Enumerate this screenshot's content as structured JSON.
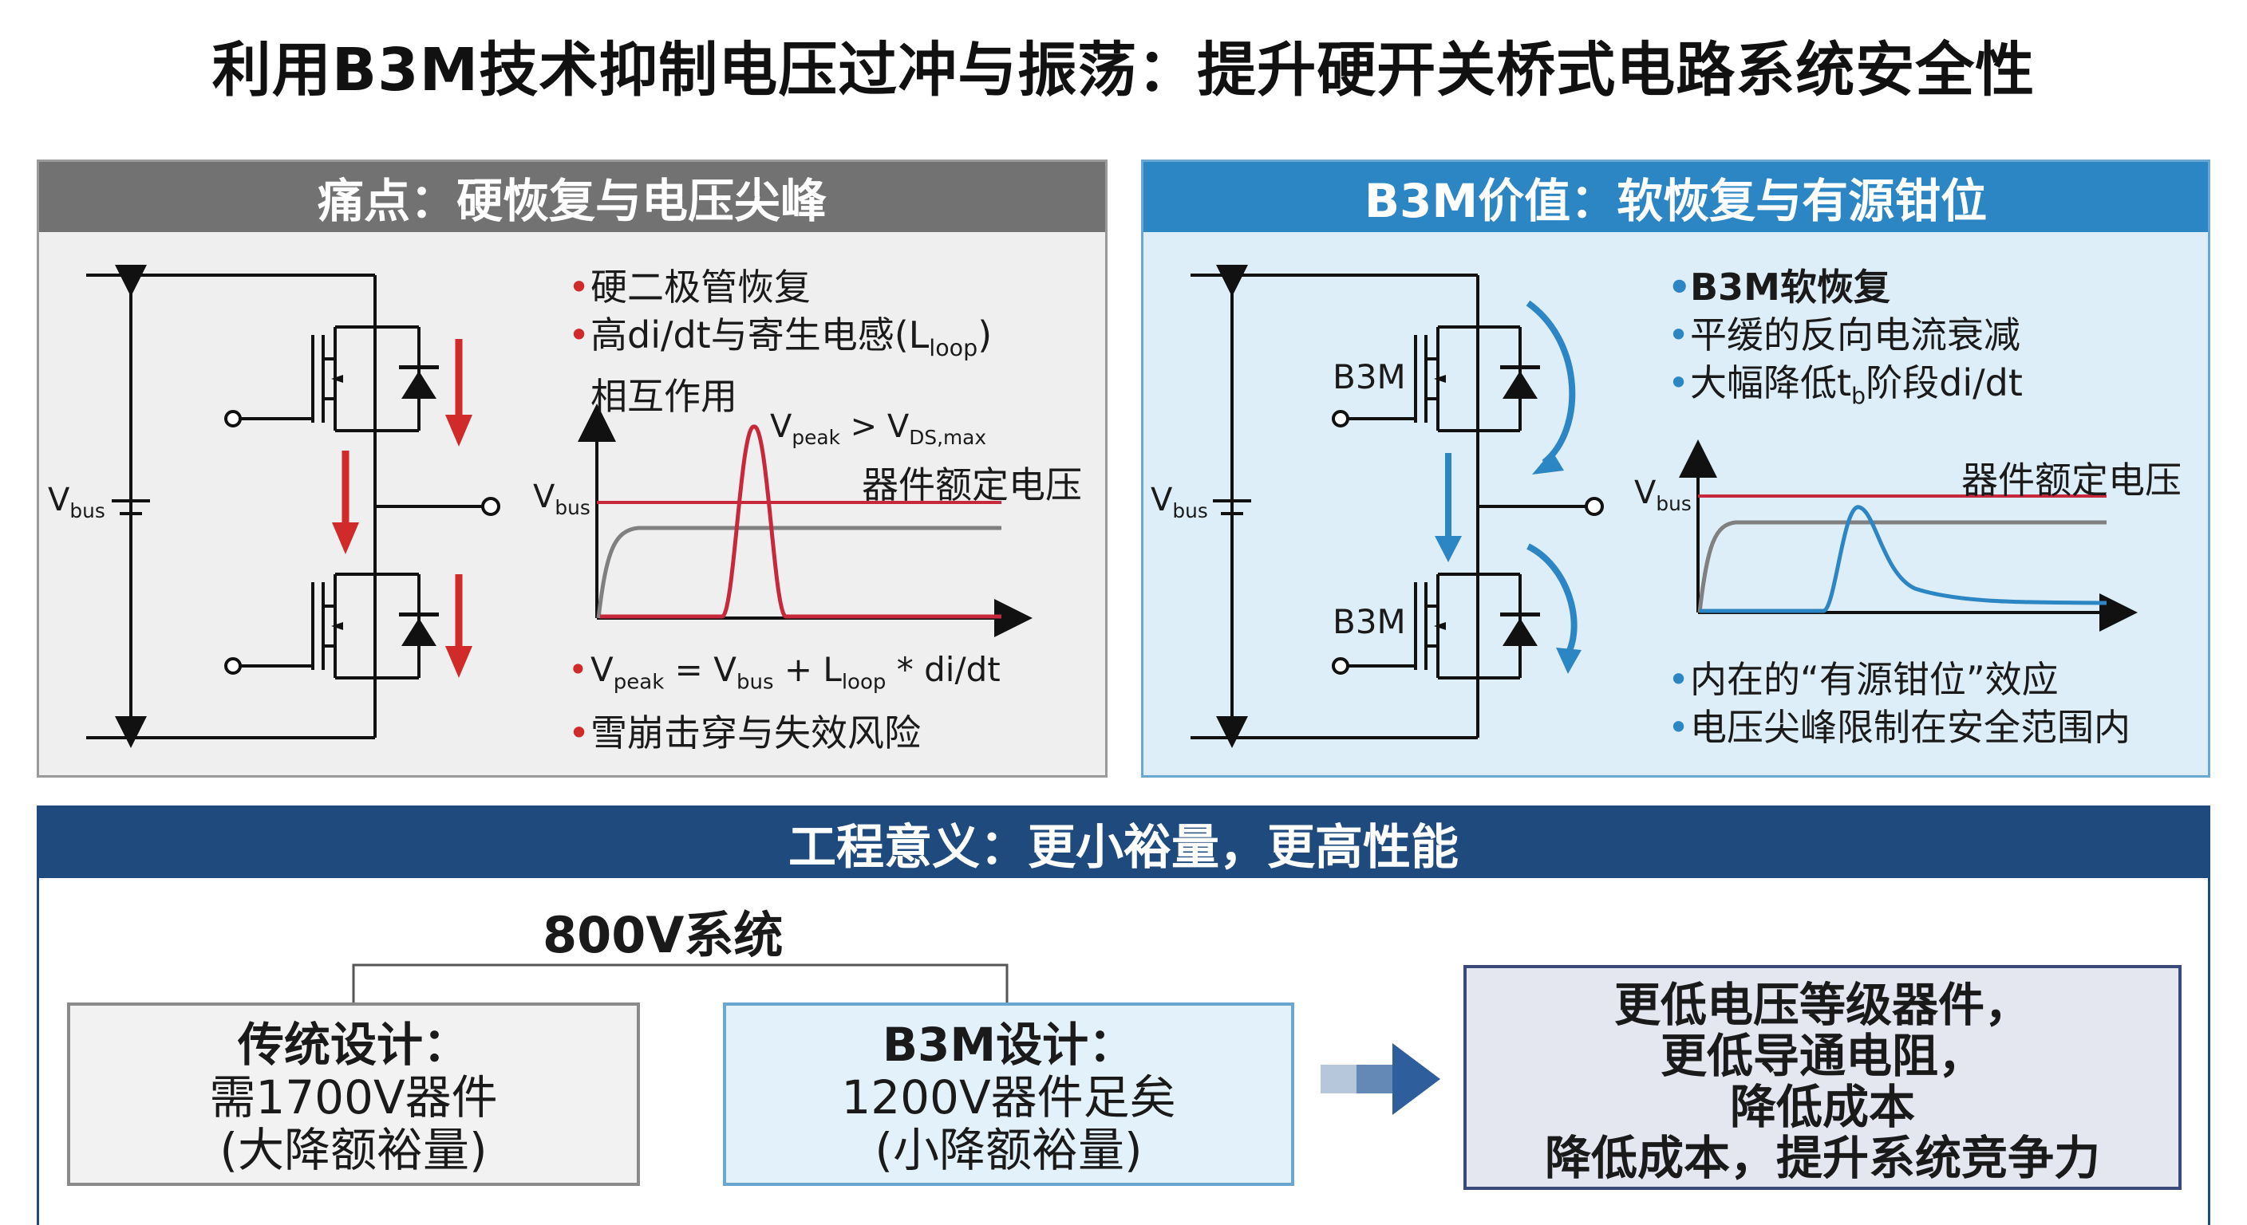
{
  "title": "利用B3M技术抑制电压过冲与振荡：提升硬开关桥式电路系统安全性",
  "left_panel": {
    "header": "痛点：硬恢复与电压尖峰",
    "vbus_label": "V",
    "vbus_sub": "bus",
    "bullets_top": {
      "b1": "硬二极管恢复",
      "b2_pre": "高di/dt与寄生电感(L",
      "b2_sub": "loop",
      "b2_post": ")",
      "b2_line2": "相互作用"
    },
    "graph": {
      "peak_label_v": "V",
      "peak_label_sub": "peak",
      "peak_label_mid": " > V",
      "peak_label_sub2": "DS,max",
      "rating_label": "器件额定电压",
      "vbus_label": "V",
      "vbus_sub": "bus"
    },
    "bullets_bottom": {
      "formula_a": "V",
      "formula_a_sub": "peak",
      "formula_b": " = V",
      "formula_b_sub": "bus",
      "formula_c": " + L",
      "formula_c_sub": "loop",
      "formula_d": " * di/dt",
      "b4": "雪崩击穿与失效风险"
    }
  },
  "right_panel": {
    "header": "B3M价值：软恢复与有源钳位",
    "vbus_label": "V",
    "vbus_sub": "bus",
    "device_top": "B3M",
    "device_bottom": "B3M",
    "bullets_top": {
      "b1": "B3M软恢复",
      "b2": "平缓的反向电流衰减",
      "b3_pre": "大幅降低t",
      "b3_sub": "b",
      "b3_post": "阶段di/dt"
    },
    "graph": {
      "rating_label": "器件额定电压",
      "vbus_label": "V",
      "vbus_sub": "bus"
    },
    "bullets_bottom": {
      "b4": "内在的“有源钳位”效应",
      "b5": "电压尖峰限制在安全范围内"
    }
  },
  "bottom": {
    "header": "工程意义：更小裕量，更高性能",
    "system": "800V系统",
    "traditional": {
      "line1": "传统设计：",
      "line2": "需1700V器件",
      "line3": "(大降额裕量)"
    },
    "b3m": {
      "line1": "B3M设计：",
      "line2": "1200V器件足矣",
      "line3": "(小降额裕量)"
    },
    "result": {
      "line1": "更低电压等级器件，",
      "line2": "更低导通电阻，",
      "line3": "降低成本",
      "line4": "降低成本，提升系统竞争力"
    }
  },
  "colors": {
    "red_arrow": "#d02a2a",
    "blue_arrow": "#2d86c4",
    "left_header": "#727272",
    "right_header": "#2d86c4",
    "bottom_header": "#1f4a7e",
    "rating_line": "#c8283c",
    "vbus_curve": "#808080"
  },
  "icons": [
    "switch-transistor-icon",
    "diode-icon",
    "red-down-arrow-icon",
    "blue-curved-arrow-icon",
    "right-arrow-icon"
  ]
}
